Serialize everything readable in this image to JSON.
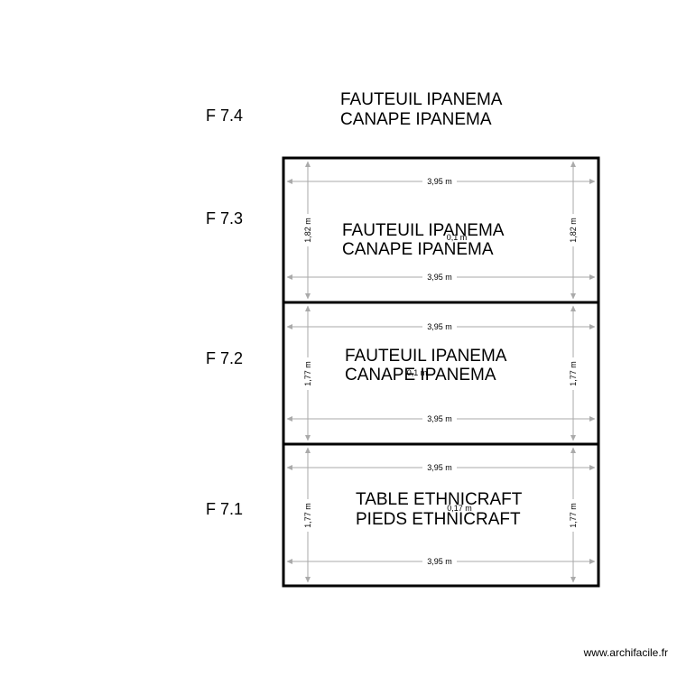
{
  "row_labels": [
    "F 7.4",
    "F 7.3",
    "F 7.2",
    "F 7.1"
  ],
  "header_content": {
    "line1": "FAUTEUIL IPANEMA",
    "line2": "CANAPE IPANEMA"
  },
  "boxes": [
    {
      "line1": "FAUTEUIL IPANEMA",
      "line2": "CANAPE IPANEMA",
      "width_top": "3,95 m",
      "width_bottom": "3,95 m",
      "height_left": "1,82 m",
      "height_right": "1,82 m",
      "inner_dim": "0,1 m"
    },
    {
      "line1": "FAUTEUIL IPANEMA",
      "line2": "CANAPE IPANEMA",
      "width_top": "3,95 m",
      "width_bottom": "3,95 m",
      "height_left": "1,77 m",
      "height_right": "1,77 m",
      "inner_dim": "0,1 m"
    },
    {
      "line1": "TABLE ETHNICRAFT",
      "line2": "PIEDS ETHNICRAFT",
      "width_top": "3,95 m",
      "width_bottom": "3,95 m",
      "height_left": "1,77 m",
      "height_right": "1,77 m",
      "inner_dim": "0,17 m"
    }
  ],
  "watermark": "www.archifacile.fr"
}
